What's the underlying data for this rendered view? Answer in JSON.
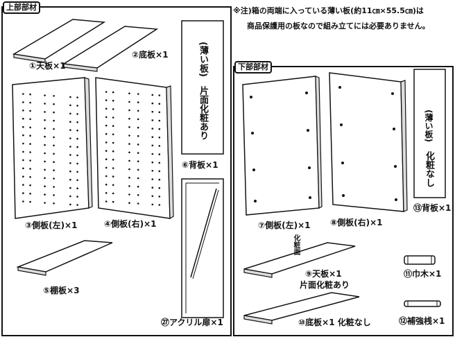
{
  "note": {
    "line1": "※注)箱の両端に入っている薄い板(約11㎝×55.5㎝)は",
    "line2": "商品保護用の板なので組み立てには必要ありません。"
  },
  "upper": {
    "title": "上部部材",
    "parts": {
      "p1": "①天板×1",
      "p2": "②底板×1",
      "p3": "③側板(左)×1",
      "p4": "④側板(右)×1",
      "p5": "⑤棚板×3",
      "p6": "⑥背板×1",
      "p27": "㉗アクリル扉×1"
    },
    "back_panel_text1": "(薄い板)",
    "back_panel_text2": "片面化粧あり"
  },
  "lower": {
    "title": "下部部材",
    "parts": {
      "p7": "⑦側板(左)×1",
      "p8": "⑧側板(右)×1",
      "p9a": "⑨天板×1",
      "p9b": "片面化粧あり",
      "p10": "⑩底板×1 化粧なし",
      "p11": "⑪巾木×1",
      "p12": "⑫補強桟×1",
      "p13": "⑬背板×1"
    },
    "back_panel_text1": "(薄い板)",
    "back_panel_text2": "化粧なし",
    "top_board_mark": "化粧面"
  }
}
